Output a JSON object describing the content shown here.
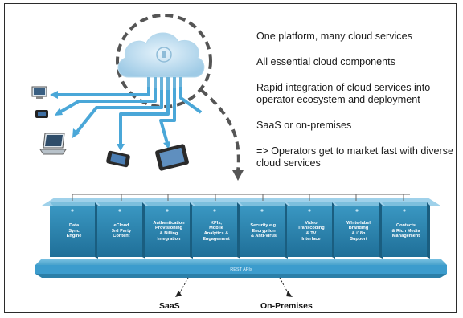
{
  "bullets": [
    "One platform, many cloud services",
    "All essential cloud components",
    "Rapid integration of cloud services into operator ecosystem and deployment",
    "SaaS or on-premises",
    "=> Operators get to market fast with diverse cloud services"
  ],
  "modules": [
    "Data\nSync\nEngine",
    "eCloud\n3rd Party\nContent",
    "Authentication\nProvisioning\n& Billing\nIntegration",
    "KPIs,\nMobile\nAnalytics &\nEngagement",
    "Security e.g.\nEncryption\n& Anti-Virus",
    "Video\nTranscoding\n& TV\nInterface",
    "White-label\nBranding\n& i18n\nSupport",
    "Contacts\n& Rich Media\nManagement"
  ],
  "rest_api_label": "REST APIs",
  "deploy": {
    "saas": "SaaS",
    "on_premises": "On-Premises"
  },
  "colors": {
    "cloud": "#c9e4f4",
    "arrow": "#4aa7d8",
    "block_front": "#2f88b3",
    "block_top": "#7cbfdd",
    "rest_bar": "#3c9ccd",
    "dashed": "#555555"
  }
}
